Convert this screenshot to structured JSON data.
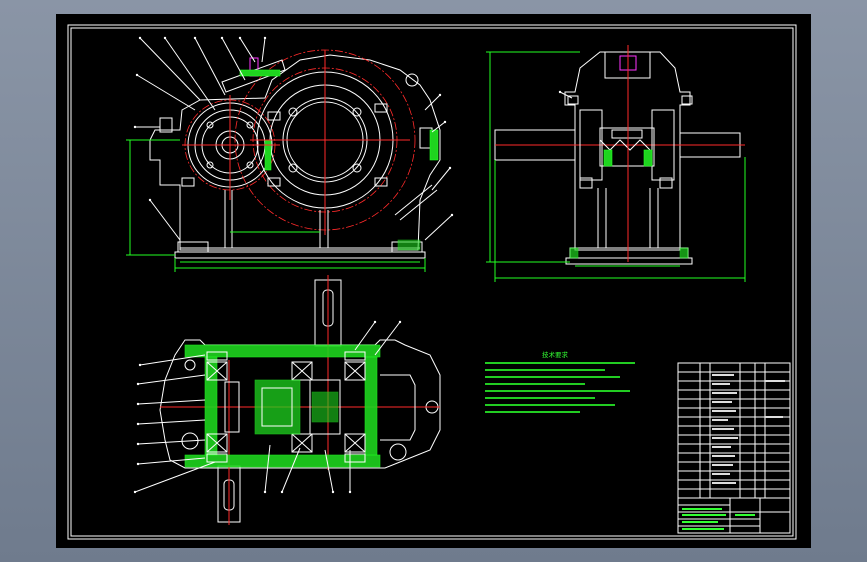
{
  "drawing": {
    "background": "#000000",
    "outline_color": "#ffffff",
    "centerline_color": "#ff2a2a",
    "section_color": "#22ff22",
    "dimension_color": "#22ff22",
    "leader_color": "#ffffff"
  },
  "views": [
    {
      "id": "front-view"
    },
    {
      "id": "side-view"
    },
    {
      "id": "top-section-view"
    }
  ],
  "technical_notes": {
    "title": "技术要求"
  }
}
